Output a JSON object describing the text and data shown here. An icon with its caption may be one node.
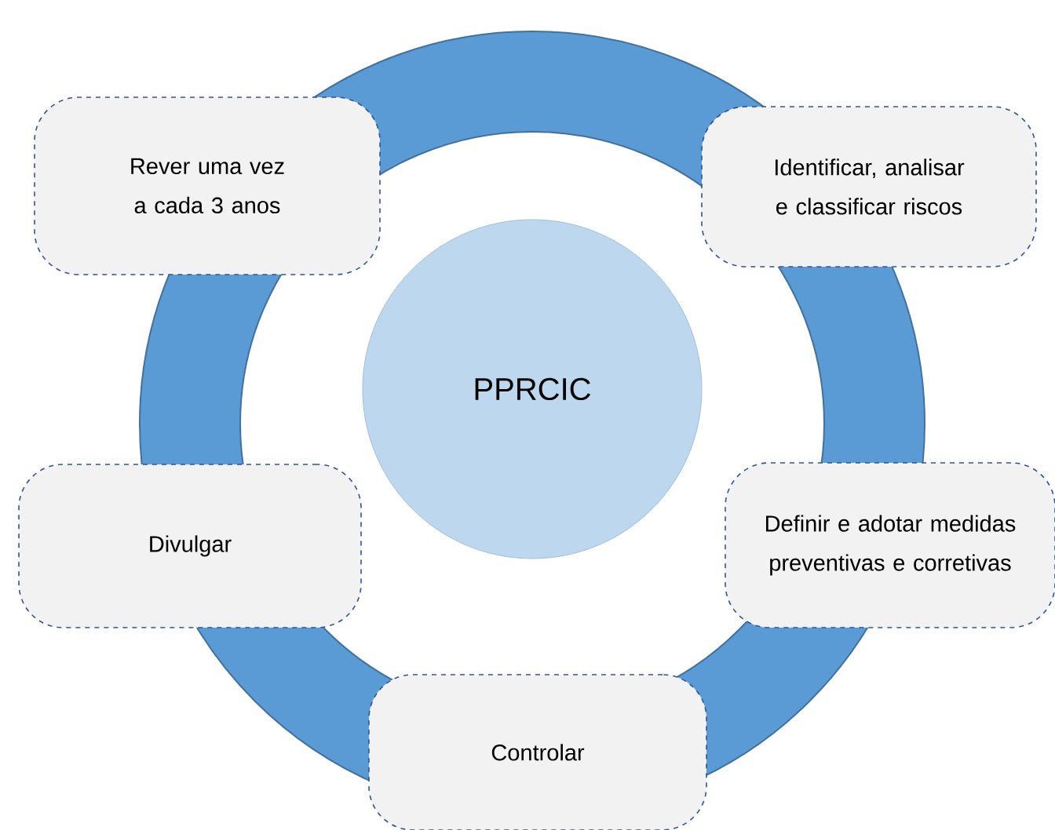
{
  "diagram": {
    "nodes": [
      {
        "text": [
          "Rever uma vez a cada 3 anos"
        ]
      },
      {
        "text": [
          "Identificar, analisar e classificar riscos"
        ]
      },
      {
        "text": [
          "PPRCIC"
        ]
      },
      {
        "text": [
          "Divulgar"
        ]
      },
      {
        "text": [
          "Definir e adotar medidas preventivas e corretivas"
        ]
      },
      {
        "text": [
          "Controlar"
        ]
      }
    ]
  }
}
